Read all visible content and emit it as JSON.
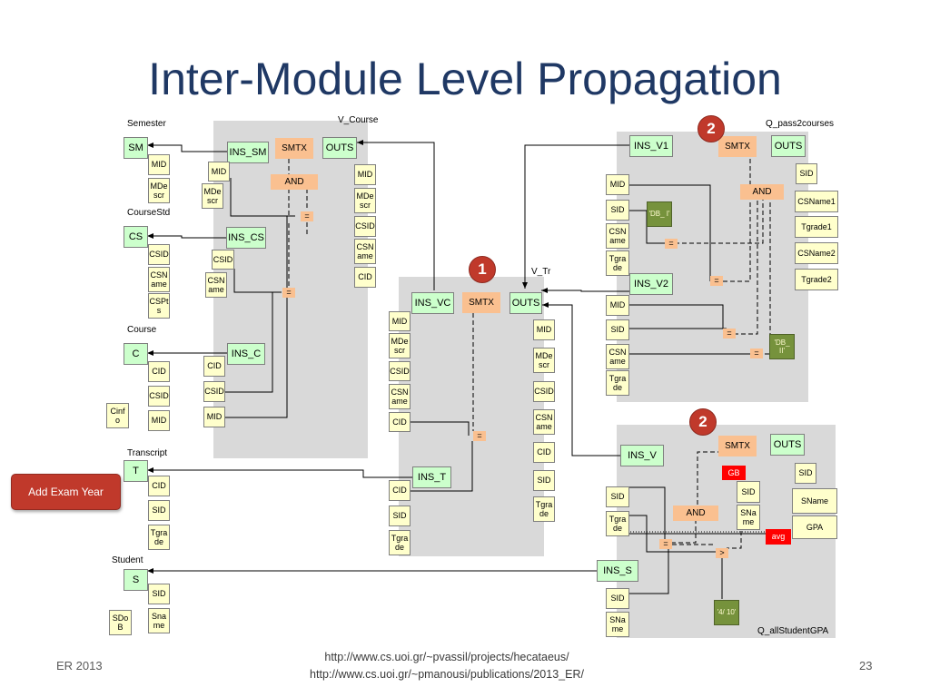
{
  "title": "Inter-Module Level Propagation",
  "button": {
    "label": "Add Exam Year"
  },
  "footer": {
    "left": "ER 2013",
    "url1": "http://www.cs.uoi.gr/~pvassil/projects/hecataeus/",
    "url2": "http://www.cs.uoi.gr/~pmanousi/publications/2013_ER/",
    "page": "23"
  },
  "badges": [
    "2",
    "1",
    "2"
  ],
  "colors": {
    "title": "#1f3864",
    "panel": "#d9d9d9",
    "attribute": "#ffffcc",
    "relation": "#ccffcc",
    "operator": "#fac090",
    "badge": "#c0392b",
    "highlight": "#ff0000",
    "constant": "#76923c"
  },
  "labels": {
    "semester": "Semester",
    "courseStd": "CourseStd",
    "course": "Course",
    "transcript": "Transcript",
    "student": "Student",
    "vCourse": "V_Course",
    "vTr": "V_Tr",
    "qPass": "Q_pass2courses",
    "qGpa": "Q_allStudentGPA"
  },
  "nodes": {
    "SM": "SM",
    "semMID": "MID",
    "semMDescr": "MDe scr",
    "CS": "CS",
    "csCSID": "CSID",
    "csCSName": "CSN ame",
    "csCSPts": "CSPt s",
    "C": "C",
    "cCID": "CID",
    "cCSID": "CSID",
    "cMID": "MID",
    "cinfo": "Cinf o",
    "T": "T",
    "tCID": "CID",
    "tSID": "SID",
    "tTgrade": "Tgra de",
    "S": "S",
    "sSID": "SID",
    "sSname": "Sna me",
    "sSDoB": "SDo B",
    "vcInsSM": "INS_SM",
    "vcSmtx": "SMTX",
    "vcOuts": "OUTS",
    "vcAnd": "AND",
    "vcSmMID": "MID",
    "vcSmMDescr": "MDe scr",
    "vcInsCS": "INS_CS",
    "vcCsCSID": "CSID",
    "vcCsCSName": "CSN ame",
    "vcInsC": "INS_C",
    "vcCCID": "CID",
    "vcCCSID": "CSID",
    "vcCMID": "MID",
    "vcOutMID": "MID",
    "vcOutMDescr": "MDe scr",
    "vcOutCSID": "CSID",
    "vcOutCSName": "CSN ame",
    "vcOutCID": "CID",
    "vcEq1": "=",
    "vcEq2": "=",
    "vtInsVC": "INS_VC",
    "vtSmtx": "SMTX",
    "vtOuts": "OUTS",
    "vtVcMID": "MID",
    "vtVcMDescr": "MDe scr",
    "vtVcCSID": "CSID",
    "vtVcCSName": "CSN ame",
    "vtVcCID": "CID",
    "vtInsT": "INS_T",
    "vtTCID": "CID",
    "vtTSID": "SID",
    "vtTTgrade": "Tgra de",
    "vtOutMID": "MID",
    "vtOutMDescr": "MDe scr",
    "vtOutCSID": "CSID",
    "vtOutCSName": "CSN ame",
    "vtOutCID": "CID",
    "vtOutSID": "SID",
    "vtOutTgrade": "Tgra de",
    "vtEq": "=",
    "qpInsV1": "INS_V1",
    "qpSmtx": "SMTX",
    "qpOuts": "OUTS",
    "qpAnd": "AND",
    "qpV1MID": "MID",
    "qpV1SID": "SID",
    "qpV1CSName": "CSN ame",
    "qpV1Tgrade": "Tgra de",
    "qpDb1": "'DB_ I'",
    "qpEq1": "=",
    "qpInsV2": "INS_V2",
    "qpV2MID": "MID",
    "qpV2SID": "SID",
    "qpV2CSName": "CSN ame",
    "qpV2Tgrade": "Tgra de",
    "qpEq2": "=",
    "qpEq3": "=",
    "qpEq4": "=",
    "qpDb2": "'DB_ II'",
    "qpOutSID": "SID",
    "qpOutCSName1": "CSName1",
    "qpOutTgrade1": "Tgrade1",
    "qpOutCSName2": "CSName2",
    "qpOutTgrade2": "Tgrade2",
    "qgInsV": "INS_V",
    "qgSmtx": "SMTX",
    "qgOuts": "OUTS",
    "qgGB": "GB",
    "qgSID": "SID",
    "qgSName": "SNa me",
    "qgAnd": "AND",
    "qgAvg": "avg",
    "qgVSID": "SID",
    "qgVTgrade": "Tgra de",
    "qgEq": "=",
    "qgGt": ">",
    "qgInsS": "INS_S",
    "qgSSID": "SID",
    "qgSSName": "SNa me",
    "qgConst": "'4/ 10'",
    "qgOutSID": "SID",
    "qgOutSName": "SName",
    "qgOutGPA": "GPA"
  }
}
